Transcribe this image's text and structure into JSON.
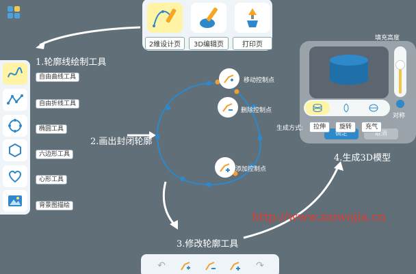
{
  "mode_tabs": [
    {
      "label": "2維设计页",
      "icon": "pen-curve-icon"
    },
    {
      "label": "3D编辑页",
      "icon": "pen-shape-icon"
    },
    {
      "label": "打印页",
      "icon": "printer-icon"
    }
  ],
  "tools": [
    {
      "label": "自由曲线工具",
      "icon": "freeform-curve-icon"
    },
    {
      "label": "自由折线工具",
      "icon": "polyline-icon"
    },
    {
      "label": "椭圆工具",
      "icon": "ellipse-icon"
    },
    {
      "label": "六边形工具",
      "icon": "hexagon-icon"
    },
    {
      "label": "心形工具",
      "icon": "heart-icon"
    },
    {
      "label": "背景图描绘",
      "icon": "image-trace-icon"
    }
  ],
  "annotations": {
    "step1": "1.轮廓线绘制工具",
    "step2": "2.画出封闭轮廓",
    "step3": "3.修改轮廓工具",
    "step4": "4.生成3D模型"
  },
  "curve_popups": {
    "move": "移动控制点",
    "delete": "删除控制点",
    "add": "添加控制点"
  },
  "panel3d": {
    "fill_height_label": "填充高度",
    "align_label": "对称",
    "gen_mode_label": "生成方式:",
    "gen_modes": [
      "拉伸",
      "旋转",
      "充气"
    ],
    "confirm_label": "确定",
    "cancel_label": "取消",
    "shape_icons": [
      "cylinder-icon",
      "rotate-shape-icon",
      "inflate-icon"
    ]
  },
  "bottom_tools": [
    "undo-icon",
    "move-point-icon",
    "delete-point-icon",
    "add-point-icon",
    "redo-icon"
  ],
  "watermark": "http://www.zaiwojia.cn",
  "colors": {
    "accent_blue": "#2e88c9",
    "highlight_yellow": "#fff3a6",
    "orange_point": "#f0a030",
    "watermark_red": "#e23b2e"
  }
}
